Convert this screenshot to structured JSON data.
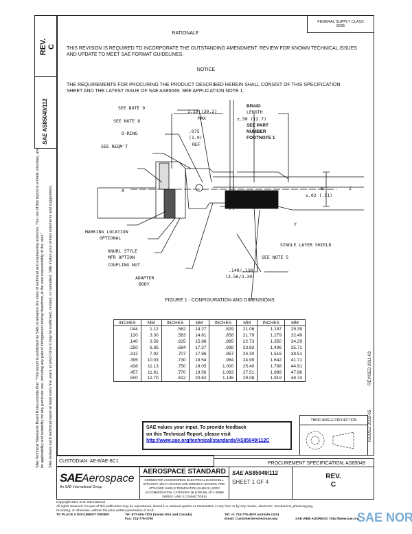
{
  "side": {
    "rev": "REV.",
    "rev_letter": "C",
    "doc": "AS85049/112",
    "logo": "SAE",
    "notice1": "SAE Technical Standards Board Rules provide that: \"This report is published by SAE to advance the state of technical and engineering sciences. The use of this report is entirely voluntary, and its applicability and suitability for any particular use, including any patent infringement arising therefrom, is the sole responsibility of the user.\"",
    "notice2": "SAE reviews each technical report at least every five years at which time it may be reaffirmed, revised, or cancelled. SAE invites your written comments and suggestions.",
    "issued": "ISSUED 2002-05",
    "revised": "REVISED 2011-03"
  },
  "fsc": {
    "line1": "FEDERAL SUPPLY CLASS",
    "line2": "5935"
  },
  "rationale": {
    "heading": "RATIONALE",
    "text": "THIS REVISION IS REQUIRED TO INCORPORATE THE OUTSTANDING AMENDMENT, REVIEW FOR KNOWN TECHNICAL ISSUES AND UPDATE TO MEET SAE FORMAT GUIDELINES."
  },
  "notice": {
    "heading": "NOTICE",
    "text": "THE REQUIREMENTS FOR PROCURING THE PRODUCT DESCRIBED HEREIN SHALL CONSIST OF THIS SPECIFICATION SHEET AND THE LATEST ISSUE OF SAE AS85049.  SEE APPLICATION NOTE 1."
  },
  "figure": {
    "caption": "FIGURE 1 - CONFIGURATION AND DIMENSIONS",
    "labels": {
      "note9": "SEE NOTE 9",
      "note8": "SEE NOTE 8",
      "oring": "O-RING",
      "reqmt": "SEE REQM'T",
      "dim1": "1.19 (30.2)",
      "max": "MAX",
      "braid1": "BRAID",
      "braid2": "LENGTH",
      "braid3": "±.50 (12.7)",
      "braid4": "SEE PART",
      "braid5": "NUMBER",
      "braid6": "FOOTNOTE 1",
      "d075": ".075",
      "d19": "(1.9)",
      "ref": "REF",
      "a": "A",
      "w": "W",
      "z": "Z",
      "y": "Y",
      "tol": "±.02 (.51)",
      "marking1": "MARKING LOCATION",
      "marking2": "OPTIONAL",
      "knurl1": "KNURL STYLE",
      "knurl2": "MFR OPTION",
      "coupling": "COUPLING NUT",
      "adapter1": "ADAPTER",
      "adapter2": "BODY",
      "shield": "SINGLE LAYER SHIELD",
      "note5": "SEE NOTE 5",
      "d140": ".140/.130",
      "d356": "(3.56/3.30)"
    }
  },
  "table": {
    "headers": [
      "INCHES",
      "MM",
      "INCHES",
      "MM",
      "INCHES",
      "MM",
      "INCHES",
      "MM"
    ],
    "rows": [
      [
        ".044",
        "1.12",
        ".562",
        "14.27",
        ".829",
        "21.06",
        "1.157",
        "29.39"
      ],
      [
        ".120",
        "3.30",
        ".583",
        "14.81",
        ".858",
        "21.79",
        "1.279",
        "32.49"
      ],
      [
        ".140",
        "3.56",
        ".625",
        "15.88",
        ".895",
        "22.73",
        "1.350",
        "34.29"
      ],
      [
        ".250",
        "6.35",
        ".684",
        "17.37",
        ".938",
        "23.83",
        "1.406",
        "35.71"
      ],
      [
        ".312",
        "7.92",
        ".707",
        "17.96",
        ".957",
        "24.30",
        "1.516",
        "38.51"
      ],
      [
        ".395",
        "10.03",
        ".730",
        "18.54",
        ".984",
        "24.99",
        "1.642",
        "41.71"
      ],
      [
        ".438",
        "11.13",
        ".750",
        "19.05",
        "1.000",
        "25.40",
        "1.768",
        "44.91"
      ],
      [
        ".457",
        "11.61",
        ".770",
        "19.56",
        "1.083",
        "27.51",
        "1.889",
        "47.98"
      ],
      [
        ".500",
        "12.70",
        ".812",
        "20.62",
        "1.145",
        "29.08",
        "1.919",
        "48.74"
      ]
    ]
  },
  "feedback": {
    "line1": "SAE values your input. To provide feedback",
    "line2": "on this Technical Report, please visit",
    "link": "http://www.sae.org/technical/standards/AS85049/112C"
  },
  "projection": "THIRD ANGLE PROJECTION",
  "custodian": "CUSTODIAN: AE-8/AE-8C1",
  "procurement": "PROCUREMENT SPECIFICATION: AS85049",
  "titleblock": {
    "logo": "SAE",
    "logo_word": "Aerospace",
    "logo_sub": "An SAE International Group",
    "heading": "AEROSPACE STANDARD",
    "desc": "CONNECTOR ACCESSORIES, ELECTRICAL BACKSHELL, STRAIGHT, SELF-LOCKING AND NONSELF-LOCKING, PRE-ATTACHED SHIELD TERMINATION (SHIELD), BODY ACCOMMODATION, CATEGORY 3B (FOR MIL-DTL-38999 SERIES I AND II CONNECTORS)",
    "doc": "AS85049/112",
    "sheet": "SHEET 1 OF 4",
    "rev": "REV.",
    "rev_letter": "C"
  },
  "footer": {
    "copyright": "Copyright 2011 SAE International",
    "rights": "All rights reserved. No part of this publication may be reproduced, stored in a retrieval system or transmitted, in any form or by any means, electronic, mechanical, photocopying,",
    "rights2": "recording, or otherwise, without the prior written permission of SAE.",
    "order": "TO PLACE A DOCUMENT ORDER:",
    "tel1": "Tel: 877-606-7323 (inside USA and Canada)",
    "fax": "Fax: 724-776-0790",
    "tel2": "Tel: +1 724-776-4970 (outside USA)",
    "email": "Email: CustomerService@sae.org",
    "web": "SAE WEB ADDRESS: http://www.sae.org",
    "watermark": "SAE NORM"
  }
}
